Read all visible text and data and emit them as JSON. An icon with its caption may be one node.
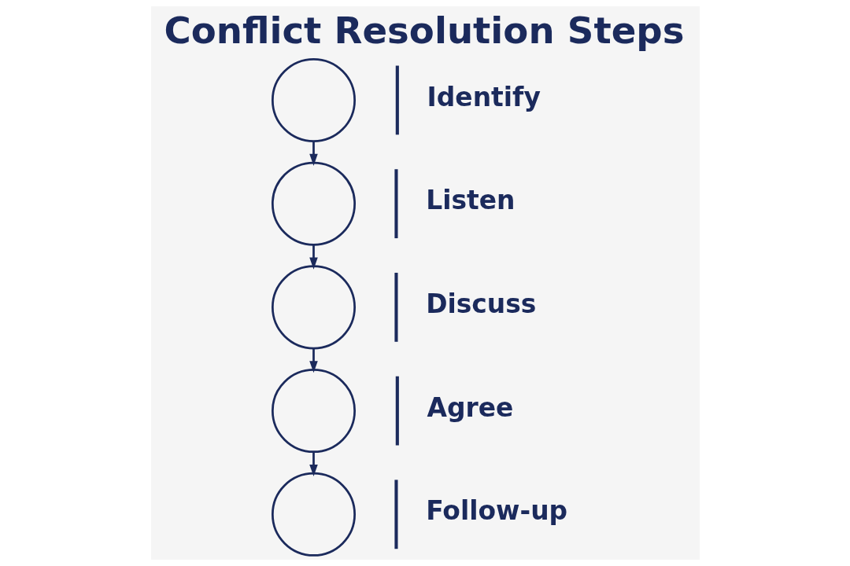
{
  "diagram": {
    "title": "Conflict Resolution Steps",
    "nodes": [
      {
        "text": [],
        "shape": "circle",
        "beside": [
          "Identify"
        ]
      },
      {
        "text": [],
        "shape": "circle",
        "beside": [
          "Listen"
        ]
      },
      {
        "text": [],
        "shape": "circle",
        "beside": [
          "Discuss"
        ]
      },
      {
        "text": [],
        "shape": "circle",
        "beside": [
          "Agree"
        ]
      },
      {
        "text": [],
        "shape": "circle",
        "beside": [
          "Follow-up"
        ]
      }
    ],
    "edges": [
      {
        "from": 0,
        "to": 1,
        "arrow": "to"
      },
      {
        "from": 1,
        "to": 2,
        "arrow": "to"
      },
      {
        "from": 2,
        "to": 3,
        "arrow": "to"
      },
      {
        "from": 3,
        "to": 4,
        "arrow": "to"
      }
    ]
  }
}
